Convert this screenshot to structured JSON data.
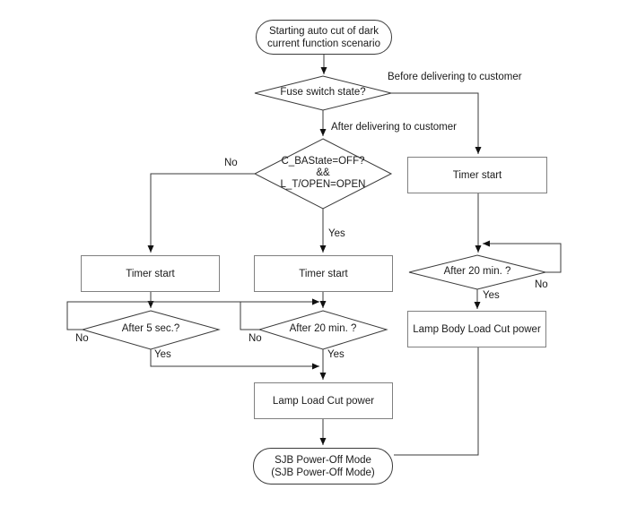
{
  "diagram_title": "Starting auto cut of dark current function scenario flowchart",
  "colors": {
    "background": "#ffffff",
    "box_border": "#808080",
    "shape_stroke": "#3a3a3a",
    "line": "#3a3a3a",
    "text": "#1a1a1a"
  },
  "nodes": {
    "start": {
      "lines": [
        "Starting auto cut of dark",
        "current function scenario"
      ]
    },
    "fuse_switch": {
      "label": "Fuse switch state?"
    },
    "cba_condition": {
      "lines": [
        "C_BAState=OFF?",
        "&&",
        "L_T/OPEN=OPEN"
      ]
    },
    "timer_left": {
      "label": "Timer start"
    },
    "timer_mid": {
      "label": "Timer start"
    },
    "timer_right": {
      "label": "Timer start"
    },
    "after_5_sec": {
      "label": "After 5 sec.?"
    },
    "after_20_min_mid": {
      "label": "After 20 min. ?"
    },
    "after_20_min_right": {
      "label": "After 20 min. ?"
    },
    "lamp_load_cut": {
      "label": "Lamp Load Cut power"
    },
    "lamp_body_load_cut": {
      "label": "Lamp Body Load Cut power"
    },
    "sjb_power_off": {
      "lines": [
        "SJB Power-Off Mode",
        "(SJB Power-Off Mode)"
      ]
    }
  },
  "edge_labels": {
    "before_delivering": "Before delivering to customer",
    "after_delivering": "After delivering to customer",
    "cba_no": "No",
    "cba_yes": "Yes",
    "after5_no": "No",
    "after5_yes": "Yes",
    "after20_mid_no": "No",
    "after20_mid_yes": "Yes",
    "after20_right_no": "No",
    "after20_right_yes": "Yes"
  }
}
